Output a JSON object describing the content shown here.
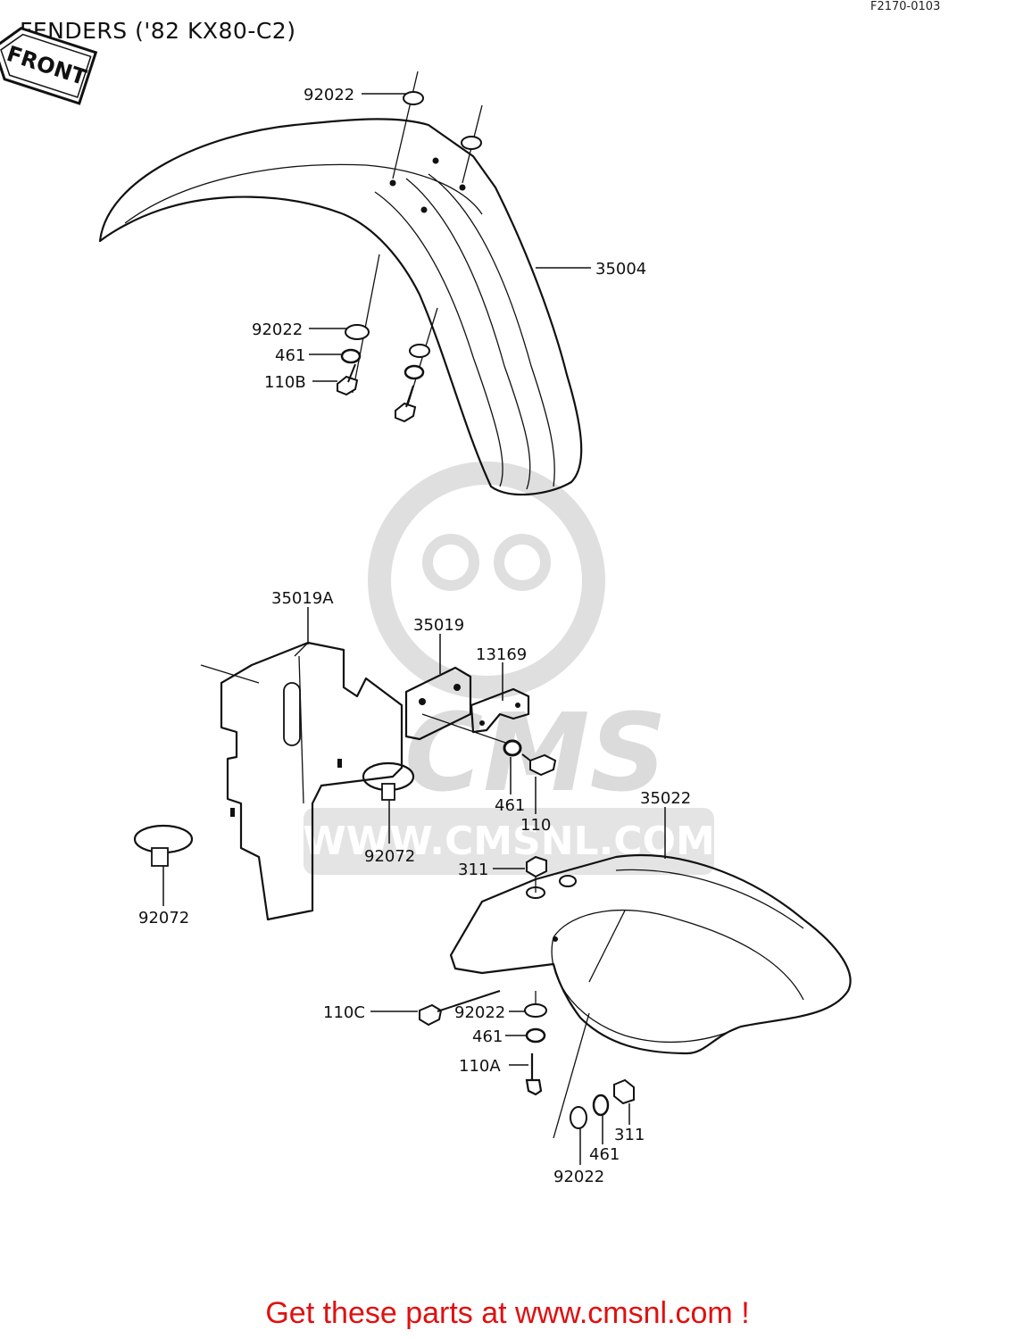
{
  "header": {
    "title": "FENDERS ('82 KX80-C2)",
    "diagram_code": "F2170-0103",
    "front_badge": "FRONT"
  },
  "watermark": {
    "brand": "CMS",
    "url": "WWW.CMSNL.COM"
  },
  "callouts": {
    "front_fender": "35004",
    "front_washer_top": "92022",
    "front_washer_bottom": "92022",
    "front_lockwasher": "461",
    "front_bolt": "110B",
    "number_plate": "35019A",
    "plate_bracket": "35019",
    "plate_holder": "13169",
    "holder_lockwasher": "461",
    "holder_bolt": "110",
    "band_right": "92072",
    "band_left": "92072",
    "rear_fender": "35022",
    "rear_nut_top": "311",
    "rear_bolt_side": "110C",
    "rear_washer_mid": "92022",
    "rear_lockwasher_mid": "461",
    "rear_bolt_bottom": "110A",
    "rear_nut_bottom": "311",
    "rear_lockwasher_bottom": "461",
    "rear_washer_bottom": "92022"
  },
  "footer": {
    "cta": "Get these parts at www.cmsnl.com !"
  },
  "colors": {
    "line": "#111111",
    "footer_text": "#e01010",
    "watermark": "#d6d6d6"
  }
}
